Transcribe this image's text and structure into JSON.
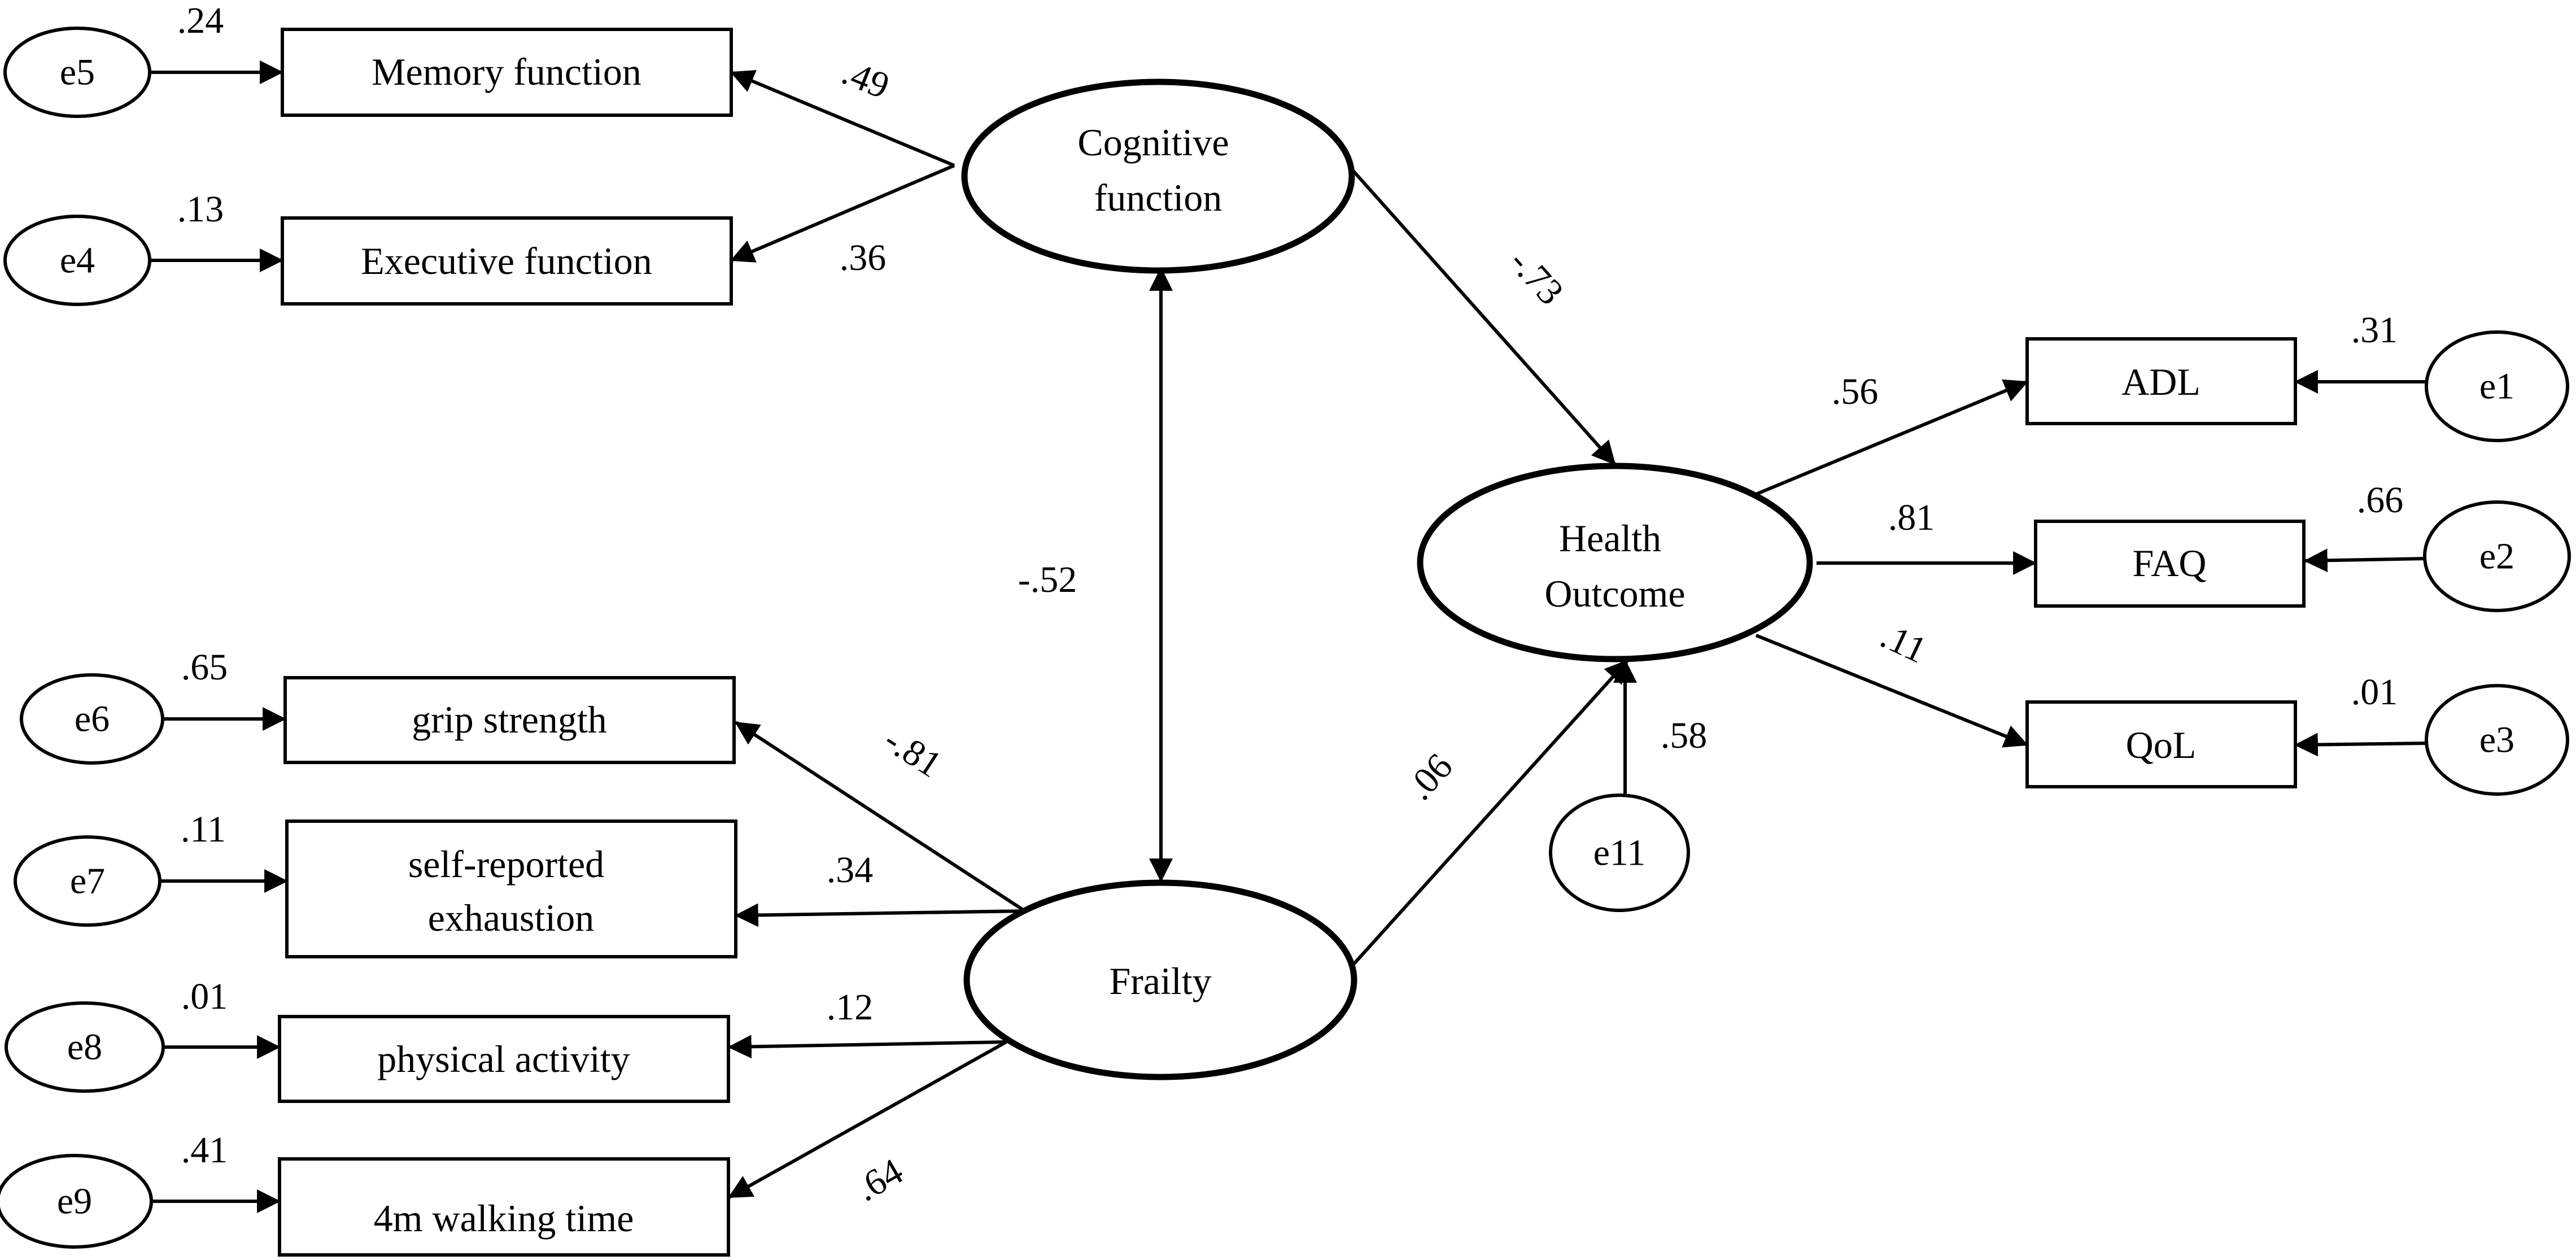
{
  "diagram": {
    "latents": {
      "cognitive": [
        "Cognitive",
        "function"
      ],
      "frailty": [
        "Frailty"
      ],
      "health": [
        "Health",
        "Outcome"
      ]
    },
    "indicators": {
      "memory": [
        "Memory function"
      ],
      "executive": [
        "Executive function"
      ],
      "grip": [
        "grip strength"
      ],
      "exhaustion": [
        "self-reported",
        "exhaustion"
      ],
      "physical": [
        "physical activity"
      ],
      "walking": [
        "4m walking time"
      ],
      "adl": [
        "ADL"
      ],
      "faq": [
        "FAQ"
      ],
      "qol": [
        "QoL"
      ]
    },
    "errors": {
      "e5": "e5",
      "e4": "e4",
      "e6": "e6",
      "e7": "e7",
      "e8": "e8",
      "e9": "e9",
      "e1": "e1",
      "e2": "e2",
      "e3": "e3",
      "e11": "e11"
    },
    "coefficients": {
      "e5_mem": ".24",
      "e4_exec": ".13",
      "cog_mem": ".49",
      "cog_exec": ".36",
      "cog_health": "-.73",
      "cog_frailty": "-.52",
      "e6_grip": ".65",
      "e7_exh": ".11",
      "e8_phys": ".01",
      "e9_walk": ".41",
      "fr_grip": "-.81",
      "fr_exh": ".34",
      "fr_phys": ".12",
      "fr_walk": ".64",
      "fr_health": ".06",
      "e11_health": ".58",
      "h_adl": ".56",
      "h_faq": ".81",
      "h_qol": ".11",
      "e1_adl": ".31",
      "e2_faq": ".66",
      "e3_qol": ".01"
    }
  }
}
